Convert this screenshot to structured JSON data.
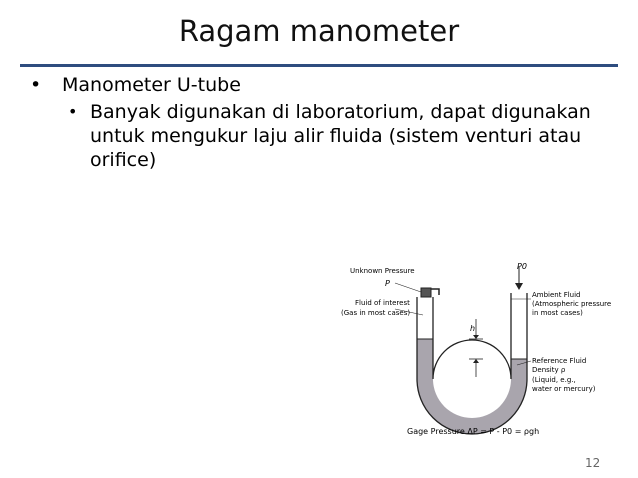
{
  "slide": {
    "title": "Ragam manometer",
    "bullet1": "Manometer U-tube",
    "bullet2": "Banyak digunakan di laboratorium, dapat digunakan untuk mengukur laju alir fluida (sistem venturi atau orifice)",
    "bullet_symbol": "•",
    "page_number": "12",
    "accent_color": "#2e4d7f"
  },
  "diagram": {
    "unknown_pressure": "Unknown Pressure",
    "p": "P",
    "p0": "P0",
    "fluid_interest_1": "Fluid of interest",
    "fluid_interest_2": "(Gas in most cases)",
    "ambient_1": "Ambient Fluid",
    "ambient_2": "(Atmospheric pressure",
    "ambient_3": "in most cases)",
    "h": "h",
    "ref_1": "Reference Fluid",
    "ref_2": "Density ρ",
    "ref_3": "(Liquid, e.g.,",
    "ref_4": "water or mercury)",
    "gage": "Gage Pressure ΔP = P - P0 = ρgh",
    "fluid_color": "#a9a5ad"
  }
}
